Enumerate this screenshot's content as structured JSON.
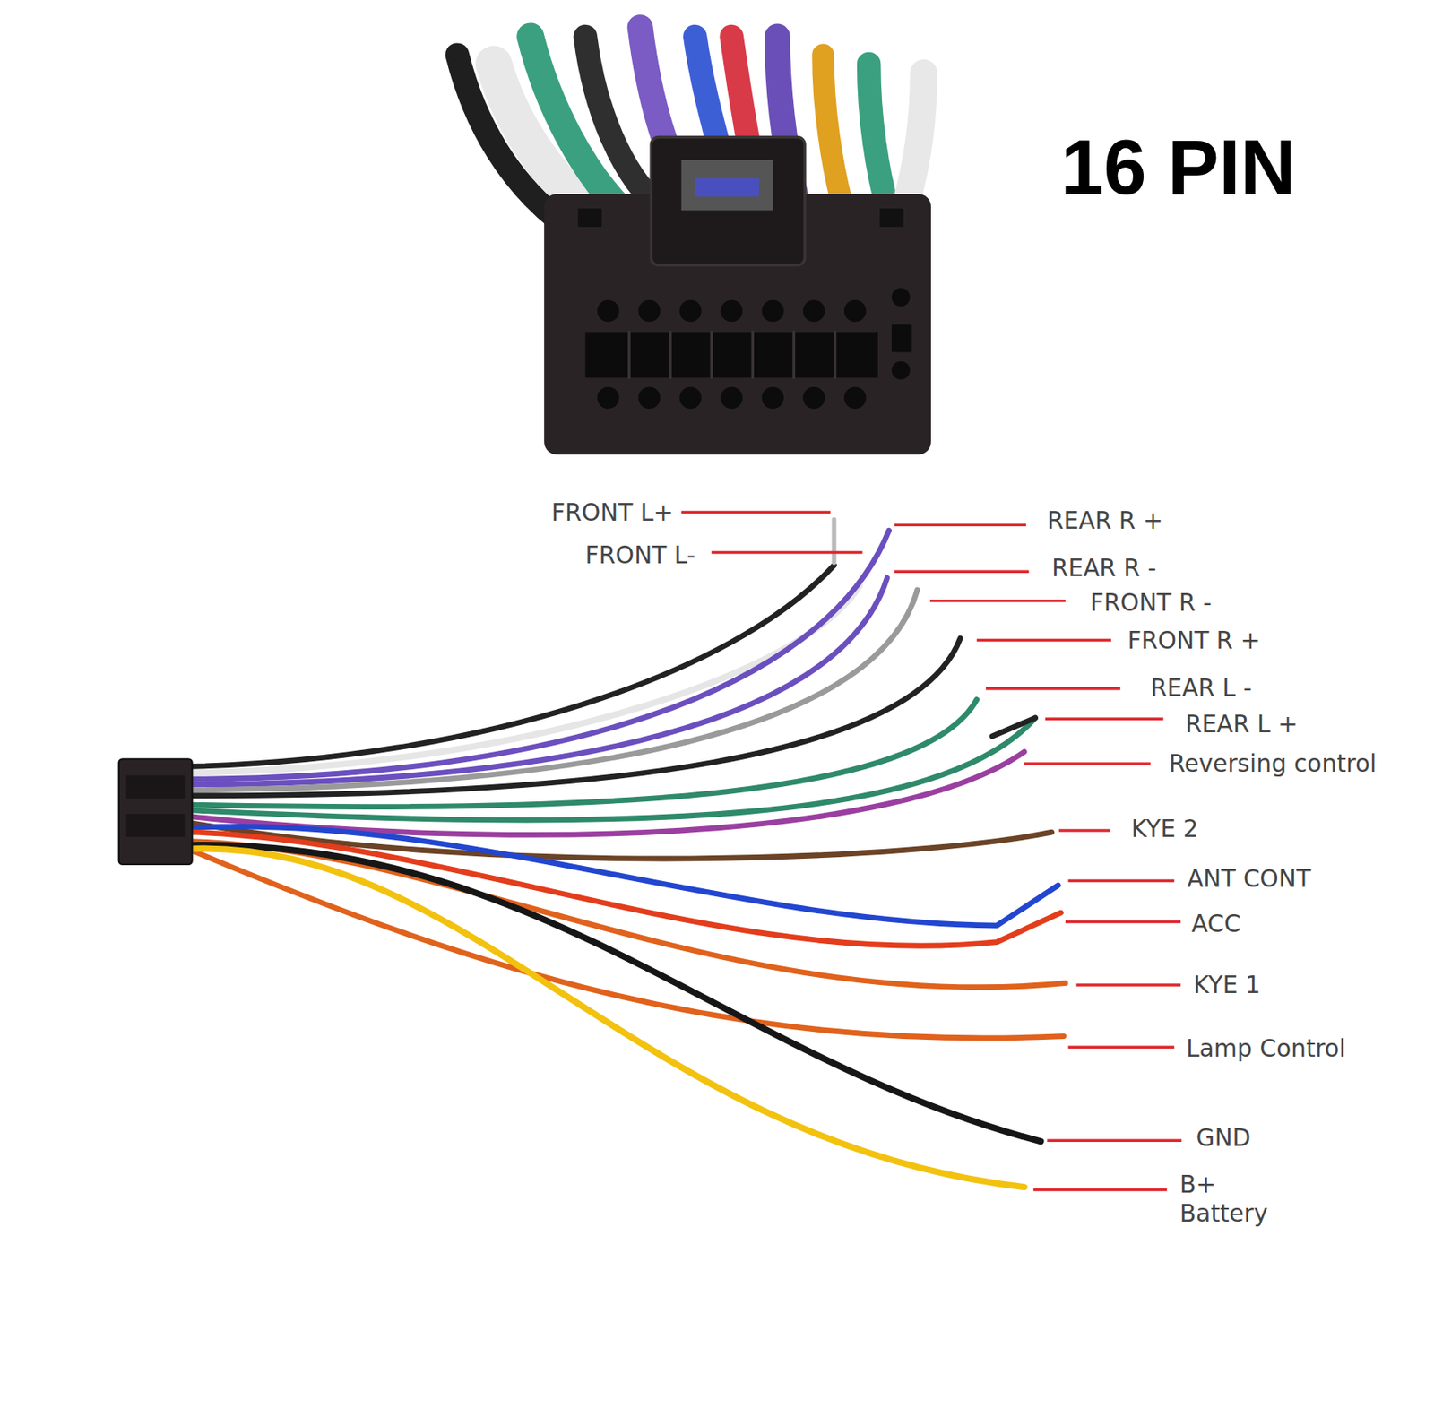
{
  "diagram": {
    "title": "16 PIN",
    "labels": [
      "FRONT L+",
      "FRONT L-",
      "REAR R +",
      "REAR R -",
      "FRONT R -",
      "FRONT R +",
      "REAR L -",
      "REAR L +",
      "Reversing control",
      "KYE 2",
      "ANT CONT",
      "ACC",
      "KYE 1",
      "Lamp Control",
      "GND",
      "B+ Battery"
    ]
  }
}
